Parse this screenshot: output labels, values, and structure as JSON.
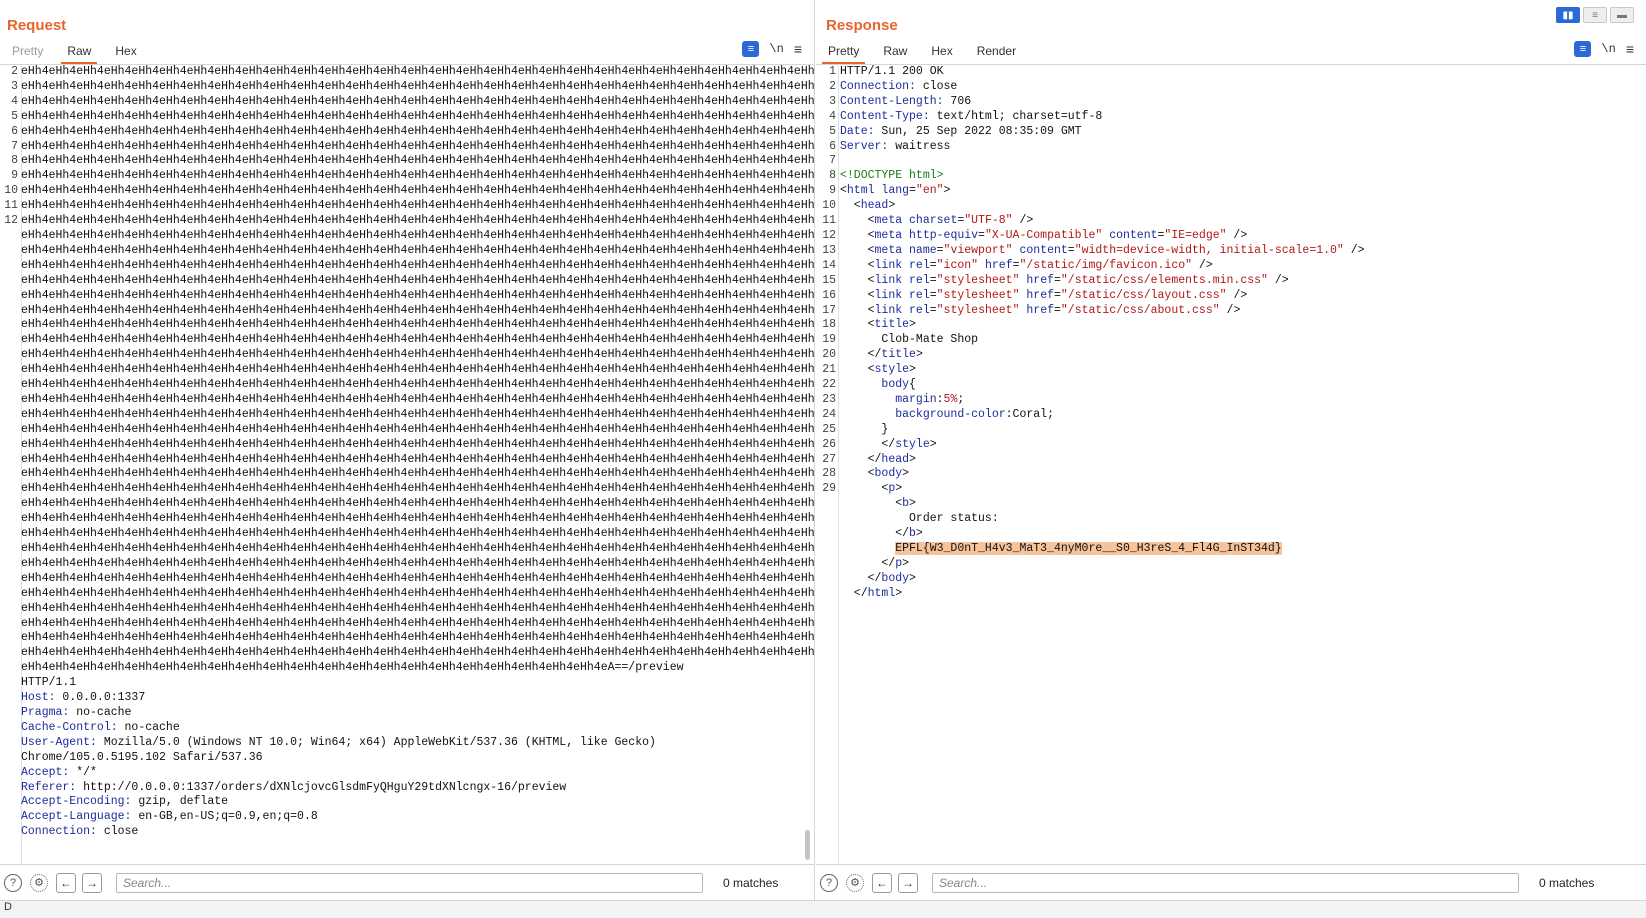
{
  "request": {
    "title": "Request",
    "tabs": [
      "Pretty",
      "Raw",
      "Hex"
    ],
    "active_tab": "Raw",
    "tools": {
      "wrap": "≡",
      "newline": "\\n",
      "menu": "≡"
    },
    "wrapped_row": "eHh4eHh4eHh4eHh4eHh4eHh4eHh4eHh4eHh4eHh4eHh4eHh4eHh4eHh4eHh4eHh4eHh4eHh4eHh4eHh4eHh4eHh4eHh4eHh4eHh4eHh4eHh4eHh4eHh4",
    "wrapped_row_count": 40,
    "wrapped_last": "eHh4eHh4eHh4eHh4eHh4eHh4eHh4eHh4eHh4eHh4eHh4eHh4eHh4eHh4eHh4eHh4eHh4eHh4eHh4eHh4eHh4eA==/preview",
    "request_line_end": "HTTP/1.1",
    "headers": [
      {
        "n": "2",
        "name": "Host",
        "value": "0.0.0.0:1337"
      },
      {
        "n": "3",
        "name": "Pragma",
        "value": "no-cache"
      },
      {
        "n": "4",
        "name": "Cache-Control",
        "value": "no-cache"
      },
      {
        "n": "5",
        "name": "User-Agent",
        "value": "Mozilla/5.0 (Windows NT 10.0; Win64; x64) AppleWebKit/537.36 (KHTML, like Gecko)",
        "cont": "Chrome/105.0.5195.102 Safari/537.36"
      },
      {
        "n": "6",
        "name": "Accept",
        "value": "*/*"
      },
      {
        "n": "7",
        "name": "Referer",
        "value": "http://0.0.0.0:1337/orders/dXNlcjovcGlsdmFyQHguY29tdXNlcngx-16/preview"
      },
      {
        "n": "8",
        "name": "Accept-Encoding",
        "value": "gzip, deflate"
      },
      {
        "n": "9",
        "name": "Accept-Language",
        "value": "en-GB,en-US;q=0.9,en;q=0.8"
      },
      {
        "n": "10",
        "name": "Connection",
        "value": "close"
      }
    ],
    "empty_lines": [
      "11",
      "12"
    ],
    "search_placeholder": "Search...",
    "matches": "0 matches"
  },
  "response": {
    "title": "Response",
    "tabs": [
      "Pretty",
      "Raw",
      "Hex",
      "Render"
    ],
    "active_tab": "Pretty",
    "tools": {
      "wrap": "≡",
      "newline": "\\n",
      "menu": "≡"
    },
    "layout_buttons": [
      "▮▮",
      "≡",
      "▬"
    ],
    "status_line": "HTTP/1.1 200 OK",
    "headers": [
      {
        "name": "Connection",
        "value": "close"
      },
      {
        "name": "Content-Length",
        "value": "706"
      },
      {
        "name": "Content-Type",
        "value": "text/html; charset=utf-8"
      },
      {
        "name": "Date",
        "value": "Sun, 25 Sep 2022 08:35:09 GMT"
      },
      {
        "name": "Server",
        "value": "waitress"
      }
    ],
    "doctype": "<!DOCTYPE html>",
    "html_lang": "en",
    "metas": [
      {
        "attrs": [
          [
            "charset",
            "UTF-8"
          ]
        ]
      },
      {
        "attrs": [
          [
            "http-equiv",
            "X-UA-Compatible"
          ],
          [
            "content",
            "IE=edge"
          ]
        ]
      },
      {
        "attrs": [
          [
            "name",
            "viewport"
          ],
          [
            "content",
            "width=device-width, initial-scale=1.0"
          ]
        ]
      }
    ],
    "links": [
      {
        "rel": "icon",
        "href": "/static/img/favicon.ico"
      },
      {
        "rel": "stylesheet",
        "href": "/static/css/elements.min.css"
      },
      {
        "rel": "stylesheet",
        "href": "/static/css/layout.css"
      },
      {
        "rel": "stylesheet",
        "href": "/static/css/about.css"
      }
    ],
    "page_title": "Clob-Mate Shop",
    "css_selector": "body",
    "css_margin_value": "5%",
    "css_bg_value": "Coral",
    "order_status_label": "Order status:",
    "flag": "EPFL{W3_D0nT_H4v3_MaT3_4nyM0re__S0_H3reS_4_Fl4G_InST34d}",
    "search_placeholder": "Search...",
    "matches": "0 matches"
  },
  "statusbar": {
    "text": "D"
  },
  "colors": {
    "accent": "#e8642b",
    "blue": "#2b6ad6",
    "highlight": "#f7c39b"
  }
}
